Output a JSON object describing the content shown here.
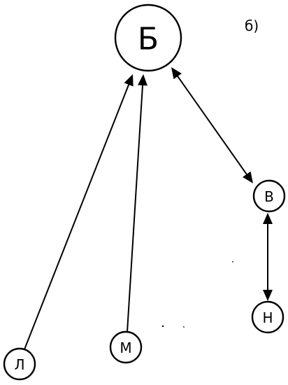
{
  "panel_label": "б)",
  "nodes": {
    "B_big": {
      "label": "Б"
    },
    "V": {
      "label": "В"
    },
    "N": {
      "label": "Н"
    },
    "L": {
      "label": "Л"
    },
    "M": {
      "label": "М"
    }
  },
  "edges": [
    {
      "from": "L",
      "to": "B_big",
      "direction": "to"
    },
    {
      "from": "M",
      "to": "B_big",
      "direction": "to"
    },
    {
      "from": "B_big",
      "to": "V",
      "direction": "both"
    },
    {
      "from": "V",
      "to": "N",
      "direction": "both"
    }
  ],
  "colors": {
    "stroke": "#000000",
    "background": "#ffffff"
  }
}
